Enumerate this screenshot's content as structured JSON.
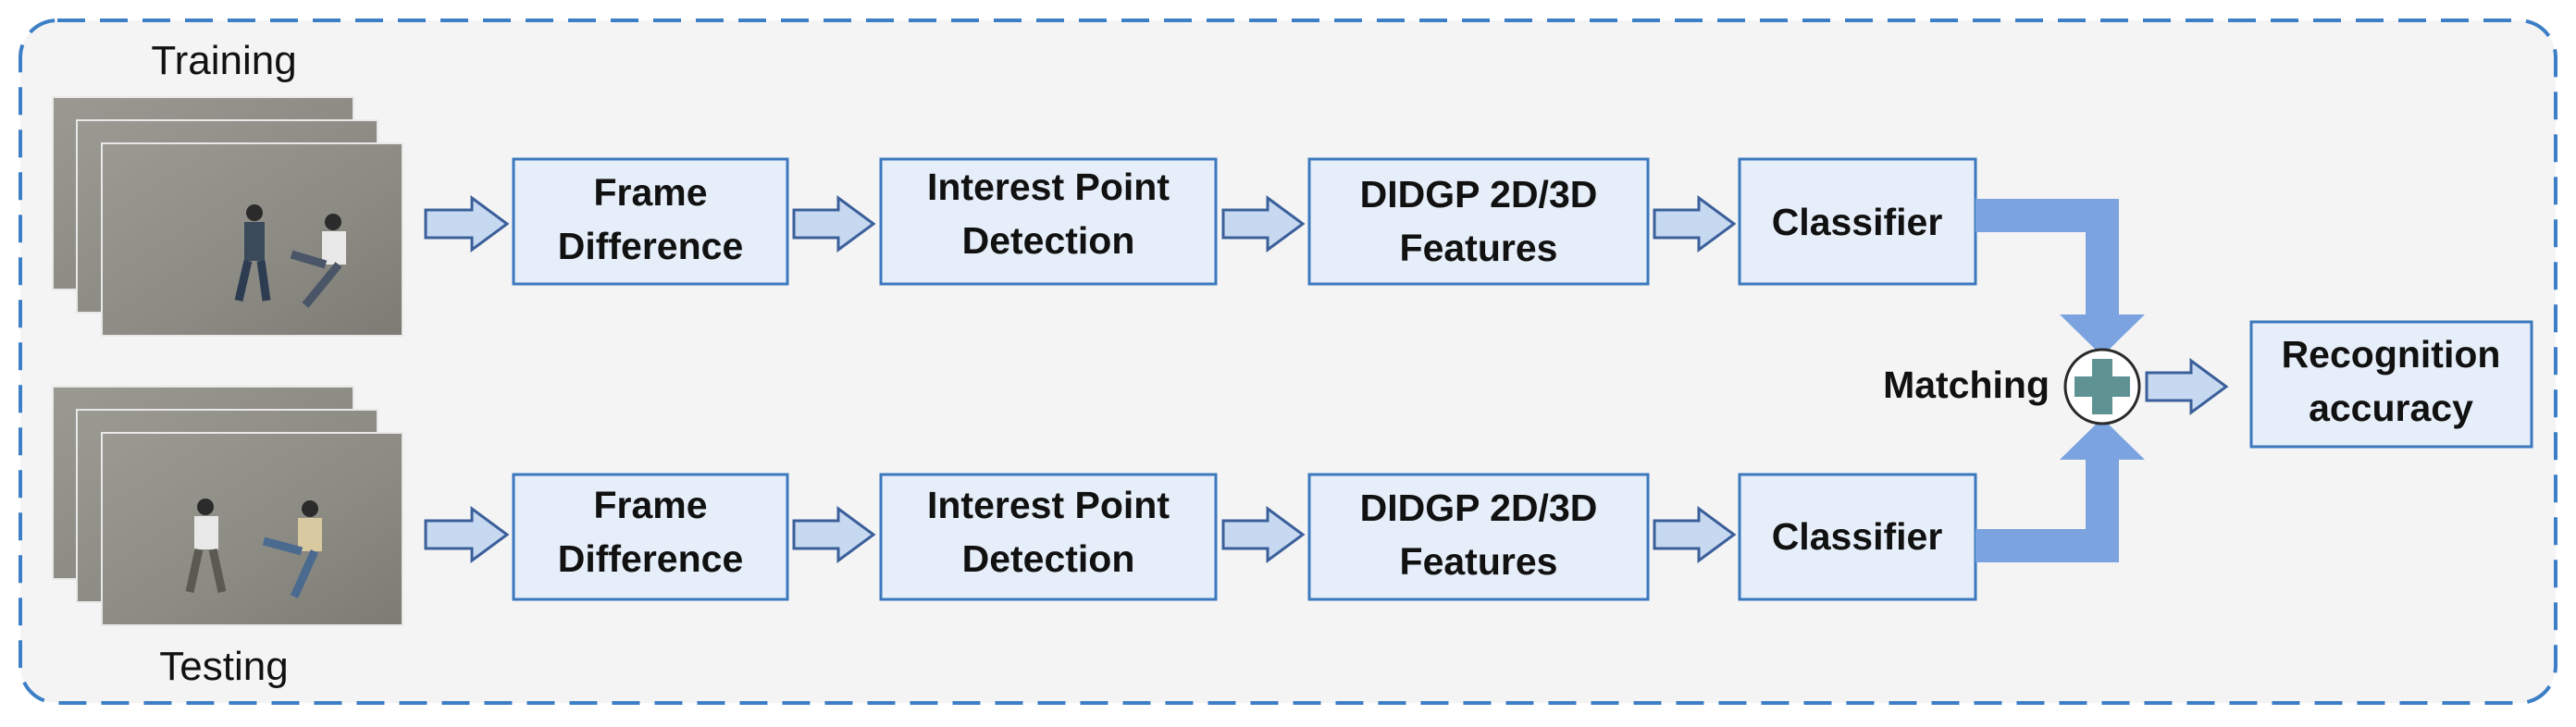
{
  "labels": {
    "training": "Training",
    "testing": "Testing",
    "matching": "Matching"
  },
  "pipeline": {
    "frame_difference": [
      "Frame",
      "Difference"
    ],
    "interest_point_detection": [
      "Interest Point",
      "Detection"
    ],
    "didgp_features": [
      "DIDGP 2D/3D",
      "Features"
    ],
    "classifier": [
      "Classifier"
    ],
    "recognition_accuracy": [
      "Recognition",
      "accuracy"
    ]
  },
  "colors": {
    "panel_background": "#f4f4f4",
    "panel_border": "#3d7fc6",
    "box_fill": "#e6eef9",
    "box_border": "#3b78be",
    "flow_arrow": "#7aa3e0",
    "combine_symbol": "#5f9393"
  },
  "icons": {
    "combine": "plus-circle-icon",
    "step_arrow": "right-arrow-icon"
  }
}
